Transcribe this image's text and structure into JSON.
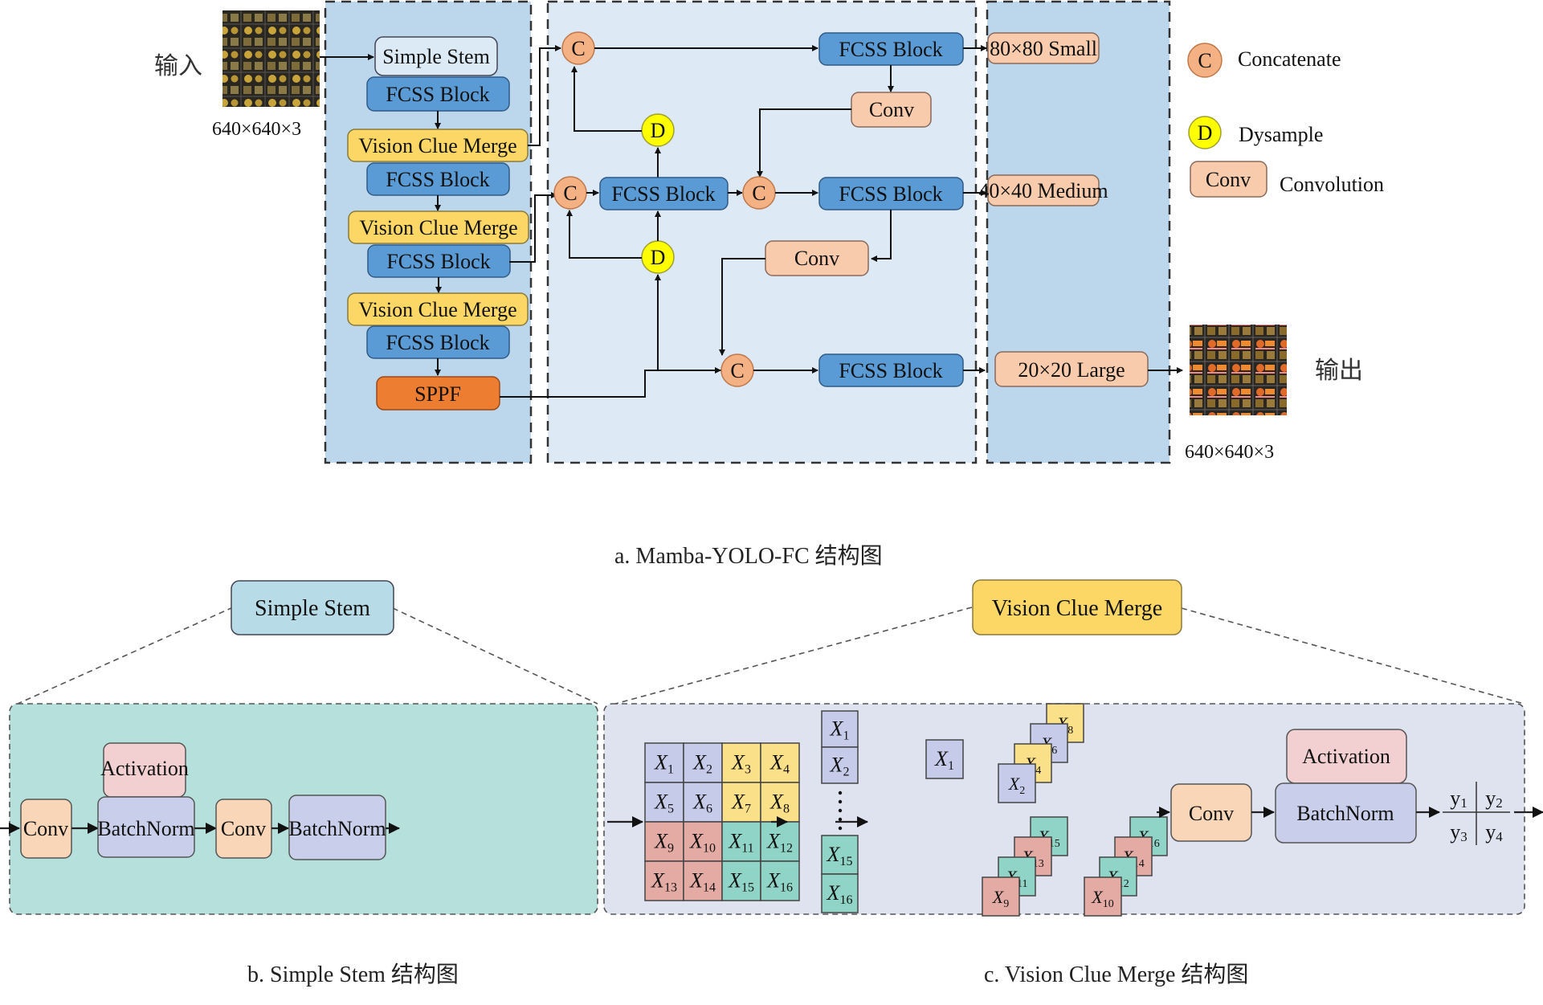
{
  "colors": {
    "backbone_panel": "#bcd6ec",
    "neck_panel": "#dde9f5",
    "head_panel": "#bcd6ec",
    "fcss_block": "#5b9bd5",
    "simple_stem": "#dceaf5",
    "vision_clue_merge": "#fcd766",
    "sppf": "#ed7d31",
    "concat_circle": "#f4b183",
    "dysample_circle": "#ffff00",
    "conv_box": "#f8cbad",
    "stem_panel": "#b5e0db",
    "vcm_panel": "#dfe3f0",
    "activation": "#f2cfd0",
    "batchnorm": "#c9cfea",
    "conv_light": "#f9d6b8",
    "cell_blue": "#c6cbea",
    "cell_yellow": "#fbe08a",
    "cell_red": "#e4aaa4",
    "cell_teal": "#8fd4c6"
  },
  "diagram_a": {
    "input_label": "输入",
    "input_size": "640×640×3",
    "output_label": "输出",
    "output_size": "640×640×3",
    "backbone": {
      "simple_stem": "Simple Stem",
      "fcss": [
        "FCSS Block",
        "FCSS Block",
        "FCSS Block",
        "FCSS Block"
      ],
      "vcm": [
        "Vision Clue Merge",
        "Vision Clue Merge",
        "Vision Clue Merge"
      ],
      "sppf": "SPPF"
    },
    "neck": {
      "concat_symbol": "C",
      "dysample_symbol": "D",
      "fcss_label": "FCSS Block",
      "conv_label": "Conv"
    },
    "head": {
      "outputs": [
        "80×80 Small",
        "40×40 Medium",
        "20×20 Large"
      ]
    },
    "legend": [
      {
        "symbol": "C",
        "label": "Concatenate"
      },
      {
        "symbol": "D",
        "label": "Dysample"
      },
      {
        "symbol": "Conv",
        "label": "Convolution"
      }
    ],
    "caption": "a. Mamba-YOLO-FC 结构图"
  },
  "diagram_b": {
    "title_box": "Simple Stem",
    "blocks": [
      "Conv",
      "BatchNorm",
      "Conv",
      "BatchNorm"
    ],
    "activation": "Activation",
    "caption": "b. Simple Stem 结构图"
  },
  "diagram_c": {
    "title_box": "Vision Clue Merge",
    "grid": [
      [
        "1",
        "2",
        "3",
        "4"
      ],
      [
        "5",
        "6",
        "7",
        "8"
      ],
      [
        "9",
        "10",
        "11",
        "12"
      ],
      [
        "13",
        "14",
        "15",
        "16"
      ]
    ],
    "column_top": [
      "1",
      "2"
    ],
    "column_bottom": [
      "15",
      "16"
    ],
    "single": "1",
    "stack_a": [
      "8",
      "6",
      "4",
      "2"
    ],
    "stack_b": [
      "15",
      "13",
      "11",
      "9"
    ],
    "stack_c": [
      "16",
      "14",
      "12",
      "10"
    ],
    "var_letter": "X",
    "conv": "Conv",
    "batchnorm": "BatchNorm",
    "activation": "Activation",
    "y_grid": [
      "1",
      "2",
      "3",
      "4"
    ],
    "y_letter": "y",
    "caption": "c. Vision Clue Merge 结构图"
  }
}
